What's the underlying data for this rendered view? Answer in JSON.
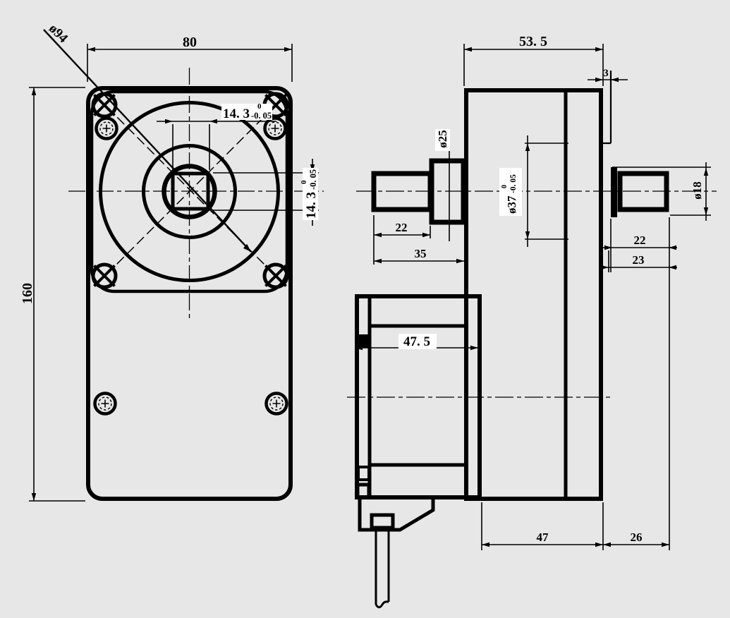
{
  "drawing": {
    "type": "engineering-dimension-drawing",
    "subject": "gear motor, front and side orthographic views",
    "colors": {
      "background": "#e7e7e7",
      "ink": "#000000",
      "label_bg": "#ffffff"
    }
  },
  "dims": {
    "front_width": "80",
    "front_height": "160",
    "flange_circle_dia": "ø94",
    "square_h_main": "14. 3",
    "square_h_tol_up": "0",
    "square_h_tol_dn": "-0. 05",
    "square_v_main": "14. 3",
    "square_v_tol_up": "0",
    "square_v_tol_dn": "-0. 05",
    "body_depth": "53. 5",
    "plate_thickness": "3",
    "front_boss_dia": "ø25",
    "pilot_main": "ø37",
    "pilot_tol_up": "0",
    "pilot_tol_dn": "-0. 05",
    "rear_shaft_dia": "ø18",
    "front_shaft_len": "22",
    "front_shaft_overall": "35",
    "rear_shaft_len": "22",
    "rear_shaft_overall": "23",
    "motor_length": "47. 5",
    "body_bottom_width": "47",
    "rear_overhang": "26"
  }
}
